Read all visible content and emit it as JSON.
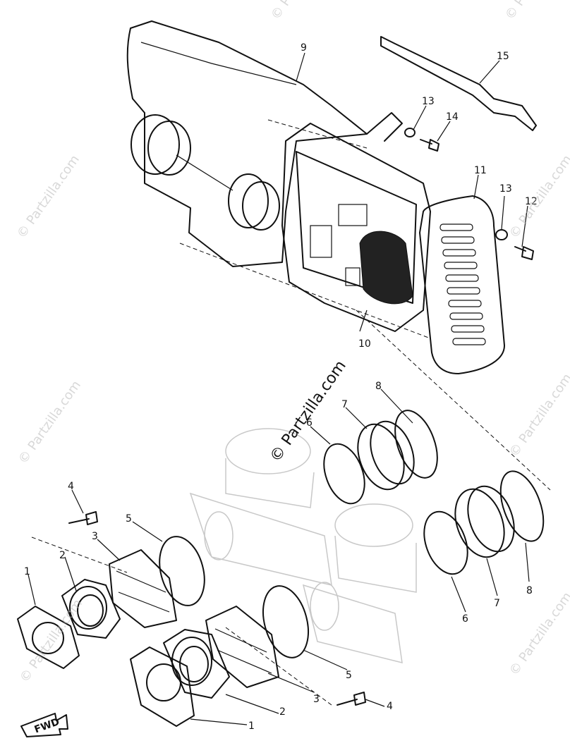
{
  "watermark": "© Partzilla.com",
  "fwd_label": "FWD",
  "callouts": [
    "1",
    "2",
    "3",
    "4",
    "5",
    "6",
    "7",
    "8",
    "9",
    "10",
    "11",
    "12",
    "13",
    "14",
    "15"
  ]
}
